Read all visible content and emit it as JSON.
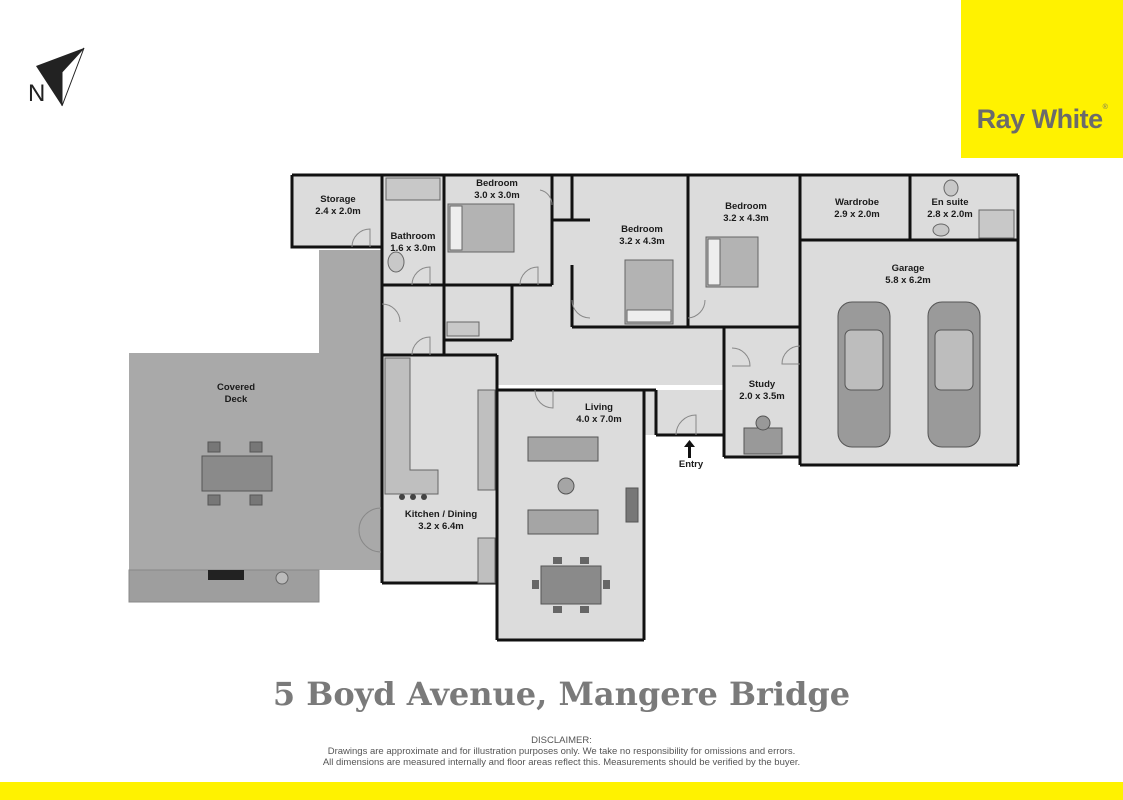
{
  "brand": {
    "name": "Ray White",
    "mark": "®",
    "color": "#fff200"
  },
  "compass": {
    "letter": "N"
  },
  "rooms": [
    {
      "name": "Storage",
      "size": "2.4 x 2.0m"
    },
    {
      "name": "Bathroom",
      "size": "1.6 x 3.0m"
    },
    {
      "name": "Bedroom",
      "size": "3.0 x 3.0m"
    },
    {
      "name": "Bedroom",
      "size": "3.2 x 4.3m"
    },
    {
      "name": "Bedroom",
      "size": "3.2 x 4.3m"
    },
    {
      "name": "Wardrobe",
      "size": "2.9 x 2.0m"
    },
    {
      "name": "En suite",
      "size": "2.8 x 2.0m"
    },
    {
      "name": "Garage",
      "size": "5.8 x 6.2m"
    },
    {
      "name": "Study",
      "size": "2.0 x 3.5m"
    },
    {
      "name": "Living",
      "size": "4.0 x 7.0m"
    },
    {
      "name": "Kitchen / Dining",
      "size": "3.2 x 6.4m"
    },
    {
      "name": "Covered",
      "size": "Deck"
    }
  ],
  "entry_label": "Entry",
  "address": "5 Boyd Avenue, Mangere Bridge",
  "disclaimer": {
    "heading": "DISCLAIMER:",
    "line1": "Drawings are approximate and for illustration purposes only. We take no responsibility for omissions and errors.",
    "line2": "All dimensions are measured internally and floor areas reflect this. Measurements should be verified by the buyer."
  }
}
